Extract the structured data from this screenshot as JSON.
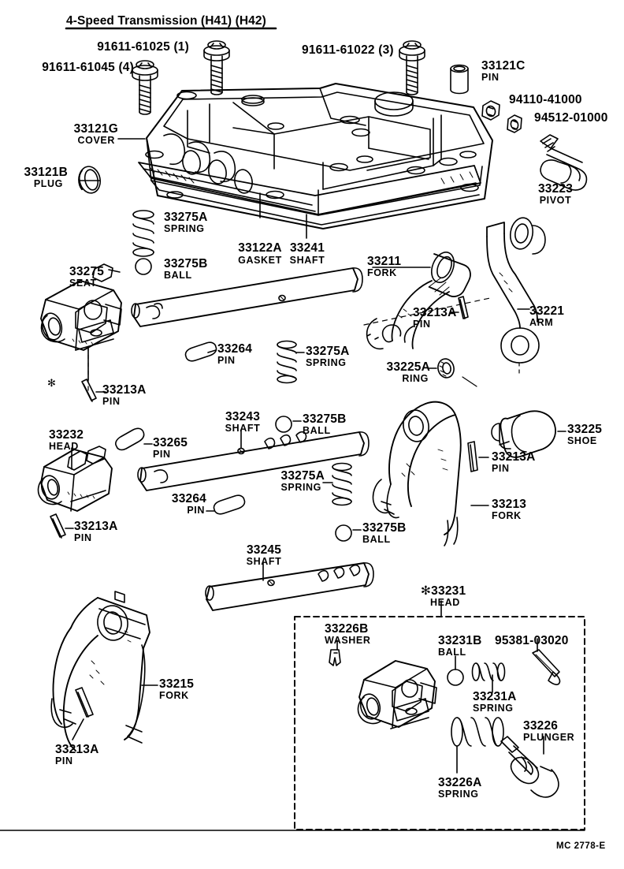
{
  "header": {
    "title": "4-Speed Transmission (H41) (H42)"
  },
  "footer": {
    "code": "MC 2778-E"
  },
  "parts": [
    {
      "id": "p1",
      "number": "91611-61045 (4)",
      "name": ""
    },
    {
      "id": "p2",
      "number": "91611-61025 (1)",
      "name": ""
    },
    {
      "id": "p3",
      "number": "91611-61022 (3)",
      "name": ""
    },
    {
      "id": "p4",
      "number": "33121C",
      "name": "PIN"
    },
    {
      "id": "p5",
      "number": "94110-41000",
      "name": ""
    },
    {
      "id": "p6",
      "number": "94512-01000",
      "name": ""
    },
    {
      "id": "p7",
      "number": "33121G",
      "name": "COVER"
    },
    {
      "id": "p8",
      "number": "33121B",
      "name": "PLUG"
    },
    {
      "id": "p9",
      "number": "33223",
      "name": "PIVOT"
    },
    {
      "id": "p10",
      "number": "33275A",
      "name": "SPRING"
    },
    {
      "id": "p11",
      "number": "33122A",
      "name": "GASKET"
    },
    {
      "id": "p12",
      "number": "33241",
      "name": "SHAFT"
    },
    {
      "id": "p13",
      "number": "33275B",
      "name": "BALL"
    },
    {
      "id": "p14",
      "number": "33275",
      "name": "SEAT"
    },
    {
      "id": "p15",
      "number": "33211",
      "name": "FORK"
    },
    {
      "id": "p16",
      "number": "33213A",
      "name": "PIN"
    },
    {
      "id": "p17",
      "number": "33221",
      "name": "ARM"
    },
    {
      "id": "p18",
      "number": "33213A",
      "name": "PIN"
    },
    {
      "id": "p19",
      "number": "33264",
      "name": "PIN"
    },
    {
      "id": "p20",
      "number": "33275A",
      "name": "SPRING"
    },
    {
      "id": "p21",
      "number": "33225A",
      "name": "RING"
    },
    {
      "id": "p22",
      "number": "33275B",
      "name": "BALL"
    },
    {
      "id": "p23",
      "number": "33243",
      "name": "SHAFT"
    },
    {
      "id": "p24",
      "number": "33225",
      "name": "SHOE"
    },
    {
      "id": "p25",
      "number": "33232",
      "name": "HEAD"
    },
    {
      "id": "p26",
      "number": "33265",
      "name": "PIN"
    },
    {
      "id": "p27",
      "number": "33213A",
      "name": "PIN"
    },
    {
      "id": "p28",
      "number": "33275A",
      "name": "SPRING"
    },
    {
      "id": "p29",
      "number": "33264",
      "name": "PIN"
    },
    {
      "id": "p30",
      "number": "33213",
      "name": "FORK"
    },
    {
      "id": "p31",
      "number": "33213A",
      "name": "PIN"
    },
    {
      "id": "p32",
      "number": "33275B",
      "name": "BALL"
    },
    {
      "id": "p33",
      "number": "33245",
      "name": "SHAFT"
    },
    {
      "id": "p34",
      "number": "33215",
      "name": "FORK"
    },
    {
      "id": "p35",
      "number": "33213A",
      "name": "PIN"
    },
    {
      "id": "p36",
      "number": "✻33231",
      "name": "HEAD"
    },
    {
      "id": "p37",
      "number": "33226B",
      "name": "WASHER"
    },
    {
      "id": "p38",
      "number": "33231B",
      "name": "BALL"
    },
    {
      "id": "p39",
      "number": "95381-03020",
      "name": ""
    },
    {
      "id": "p40",
      "number": "33231A",
      "name": "SPRING"
    },
    {
      "id": "p41",
      "number": "33226",
      "name": "PLUNGER"
    },
    {
      "id": "p42",
      "number": "33226A",
      "name": "SPRING"
    }
  ],
  "markers": {
    "asterisk": "✻"
  },
  "colors": {
    "ink": "#000000",
    "paper": "#ffffff"
  }
}
